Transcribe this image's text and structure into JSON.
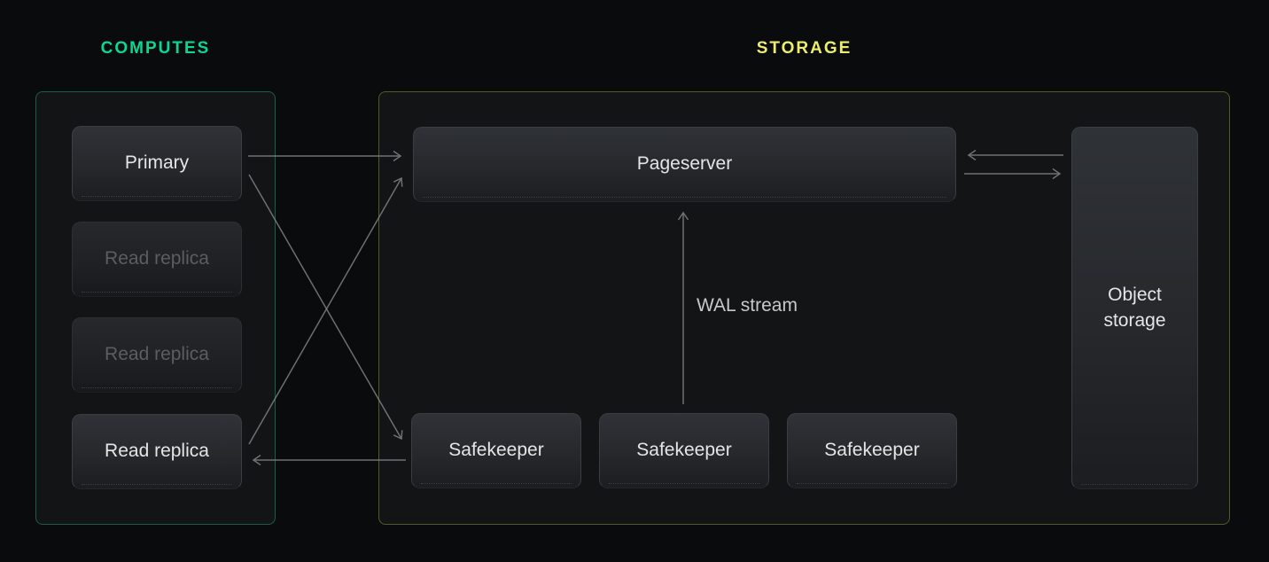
{
  "diagram": {
    "computes": {
      "title": "COMPUTES",
      "accent_color": "#0cd693",
      "border_color": "#1e5c45",
      "nodes": [
        {
          "label": "Primary",
          "state": "active"
        },
        {
          "label": "Read replica",
          "state": "dimmed"
        },
        {
          "label": "Read replica",
          "state": "dimmed"
        },
        {
          "label": "Read replica",
          "state": "active"
        }
      ]
    },
    "storage": {
      "title": "STORAGE",
      "accent_color": "#ecec6d",
      "border_color": "#55582b",
      "pageserver_label": "Pageserver",
      "safekeeper_labels": [
        "Safekeeper",
        "Safekeeper",
        "Safekeeper"
      ],
      "object_storage_label": "Object storage"
    },
    "edges": {
      "wal_stream_label": "WAL stream",
      "arrow_color": "#85878a",
      "connections": [
        "Primary -> Pageserver",
        "Primary -> Safekeeper 1",
        "Read replica -> Pageserver",
        "Safekeeper 1 -> Read replica",
        "Object storage -> Pageserver",
        "Pageserver -> Object storage",
        "Safekeeper 2 -> Pageserver (WAL stream)"
      ]
    }
  }
}
